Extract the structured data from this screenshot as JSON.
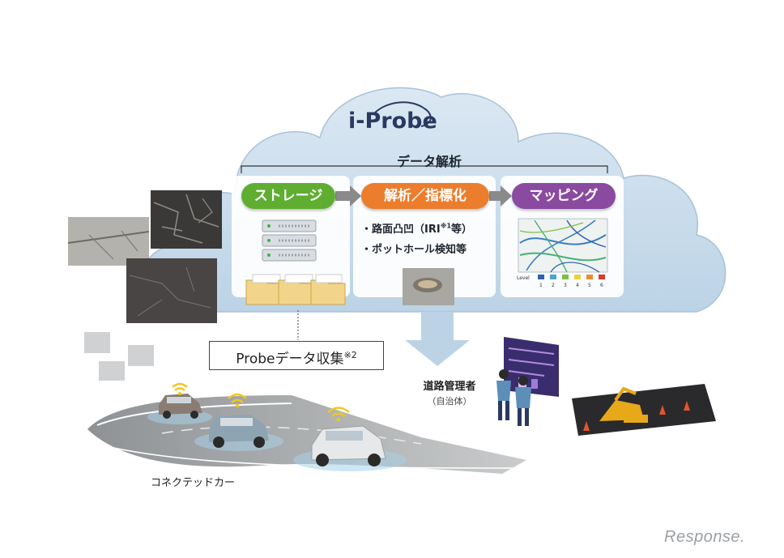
{
  "brand": {
    "logo_text": "i-Probe",
    "colors": {
      "cloud": "#c9dcec",
      "logo": "#2a3960"
    }
  },
  "analysis_section": {
    "title": "データ解析"
  },
  "steps": [
    {
      "label": "ストレージ",
      "color": "#5fae32"
    },
    {
      "label": "解析／指標化",
      "color": "#ec7d2c"
    },
    {
      "label": "マッピング",
      "color": "#8a4aa0"
    }
  ],
  "analysis_items": [
    {
      "prefix": "・路面凸凹（IRI",
      "mark": "※1",
      "suffix": "等）"
    },
    {
      "text": "・ポットホール検知等"
    }
  ],
  "map_legend": {
    "title": "Level",
    "levels": [
      "1",
      "2",
      "3",
      "4",
      "5",
      "6"
    ],
    "colors": [
      "#2f5fb0",
      "#4aa6c9",
      "#7bc043",
      "#e8d23a",
      "#ef8a2c",
      "#d83a2c"
    ]
  },
  "probe_collection": {
    "prefix": "Probeデータ収集",
    "mark": "※2"
  },
  "road_admin": {
    "title": "道路管理者",
    "subtitle": "（自治体）"
  },
  "connected_car_label": "コネクテッドカー",
  "watermark": "Response."
}
